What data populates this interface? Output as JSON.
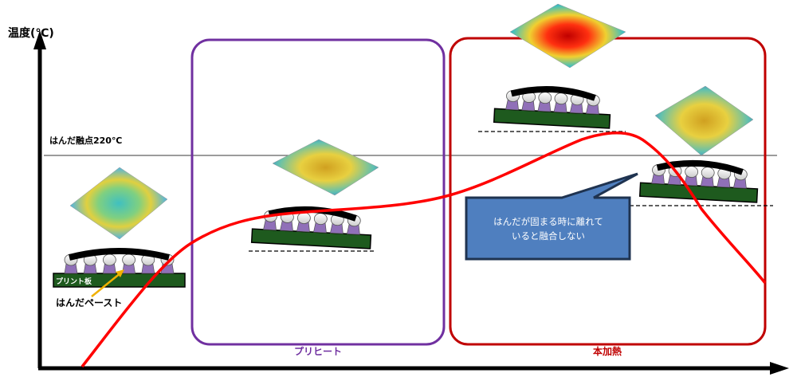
{
  "axis": {
    "y_label": "温度(℃)"
  },
  "melting_point": {
    "label": "はんだ融点220℃"
  },
  "pcb_label": "プリント板",
  "paste_label": "はんだペースト",
  "callout": {
    "line1": "はんだが固まる時に離れて",
    "line2": "いると融合しない"
  },
  "stages": {
    "preheat": "プリヒート",
    "main_heat": "本加熱"
  },
  "colors": {
    "curve": "#ff0000",
    "preheat": "#7030a0",
    "main": "#c00000",
    "pcb": "#1e5a1e",
    "callout": "#4f7fbf"
  }
}
